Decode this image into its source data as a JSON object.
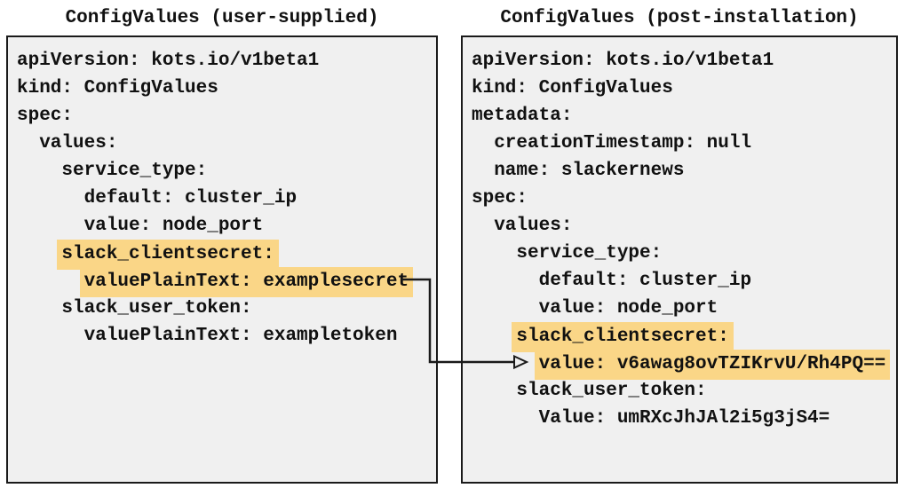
{
  "left_panel": {
    "title": "ConfigValues (user-supplied)",
    "lines": [
      {
        "indent": 0,
        "text": "apiVersion: kots.io/v1beta1",
        "highlight": false
      },
      {
        "indent": 0,
        "text": "kind: ConfigValues",
        "highlight": false
      },
      {
        "indent": 0,
        "text": "spec:",
        "highlight": false
      },
      {
        "indent": 1,
        "text": "values:",
        "highlight": false
      },
      {
        "indent": 2,
        "text": "service_type:",
        "highlight": false
      },
      {
        "indent": 3,
        "text": "default: cluster_ip",
        "highlight": false
      },
      {
        "indent": 3,
        "text": "value: node_port",
        "highlight": false
      },
      {
        "indent": 2,
        "text": "slack_clientsecret:",
        "highlight": true
      },
      {
        "indent": 3,
        "text": "valuePlainText: examplesecret",
        "highlight": true
      },
      {
        "indent": 2,
        "text": "slack_user_token:",
        "highlight": false
      },
      {
        "indent": 3,
        "text": "valuePlainText: exampletoken",
        "highlight": false
      }
    ]
  },
  "right_panel": {
    "title": "ConfigValues (post-installation)",
    "lines": [
      {
        "indent": 0,
        "text": "apiVersion: kots.io/v1beta1",
        "highlight": false
      },
      {
        "indent": 0,
        "text": "kind: ConfigValues",
        "highlight": false
      },
      {
        "indent": 0,
        "text": "metadata:",
        "highlight": false
      },
      {
        "indent": 1,
        "text": "creationTimestamp: null",
        "highlight": false
      },
      {
        "indent": 1,
        "text": "name: slackernews",
        "highlight": false
      },
      {
        "indent": 0,
        "text": "spec:",
        "highlight": false
      },
      {
        "indent": 1,
        "text": "values:",
        "highlight": false
      },
      {
        "indent": 2,
        "text": "service_type:",
        "highlight": false
      },
      {
        "indent": 3,
        "text": "default: cluster_ip",
        "highlight": false
      },
      {
        "indent": 3,
        "text": "value: node_port",
        "highlight": false
      },
      {
        "indent": 2,
        "text": "slack_clientsecret:",
        "highlight": true
      },
      {
        "indent": 3,
        "text": "value: v6awag8ovTZIKrvU/Rh4PQ==",
        "highlight": true
      },
      {
        "indent": 2,
        "text": "slack_user_token:",
        "highlight": false
      },
      {
        "indent": 3,
        "text": "Value: umRXcJhJAl2i5g3jS4=",
        "highlight": false
      }
    ]
  },
  "colors": {
    "highlight": "#fad687",
    "box_background": "#f0f0f0",
    "box_border": "#1a1a1a",
    "arrow": "#1a1a1a"
  }
}
